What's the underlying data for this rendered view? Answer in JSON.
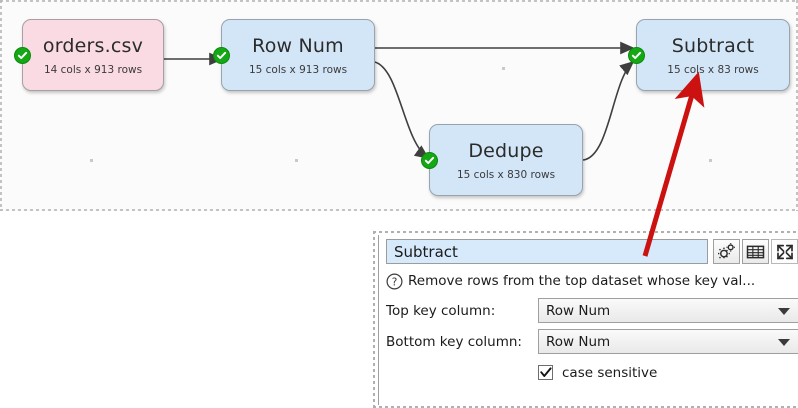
{
  "canvas": {
    "background_color": "#fbfbfb",
    "nodes": [
      {
        "id": "orders-csv",
        "title": "orders.csv",
        "subtitle": "14 cols x 913 rows",
        "color": "#fadbe4",
        "status": "ok",
        "status_icon": "check-circle-icon"
      },
      {
        "id": "row-num",
        "title": "Row Num",
        "subtitle": "15 cols x 913 rows",
        "color": "#d3e6f8",
        "status": "ok",
        "status_icon": "check-circle-icon"
      },
      {
        "id": "dedupe",
        "title": "Dedupe",
        "subtitle": "15 cols x 830 rows",
        "color": "#d3e6f8",
        "status": "ok",
        "status_icon": "check-circle-icon"
      },
      {
        "id": "subtract",
        "title": "Subtract",
        "subtitle": "15 cols x 83 rows",
        "color": "#d3e6f8",
        "status": "ok",
        "status_icon": "check-circle-icon"
      }
    ],
    "annotation": {
      "type": "arrow",
      "color": "#cc1111",
      "points_to": "subtract"
    }
  },
  "panel": {
    "name_value": "Subtract",
    "toolbar": [
      {
        "name": "settings-gears-icon",
        "label": "Settings"
      },
      {
        "name": "table-grid-icon",
        "label": "Show table"
      },
      {
        "name": "expand-arrows-icon",
        "label": "Expand"
      }
    ],
    "help_icon": "question-circle-icon",
    "description": "Remove rows from the top dataset whose key val...",
    "fields": [
      {
        "label": "Top key column:",
        "value": "Row Num",
        "type": "combobox"
      },
      {
        "label": "Bottom key column:",
        "value": "Row Num",
        "type": "combobox"
      }
    ],
    "checkbox": {
      "label": "case sensitive",
      "checked": true
    }
  }
}
